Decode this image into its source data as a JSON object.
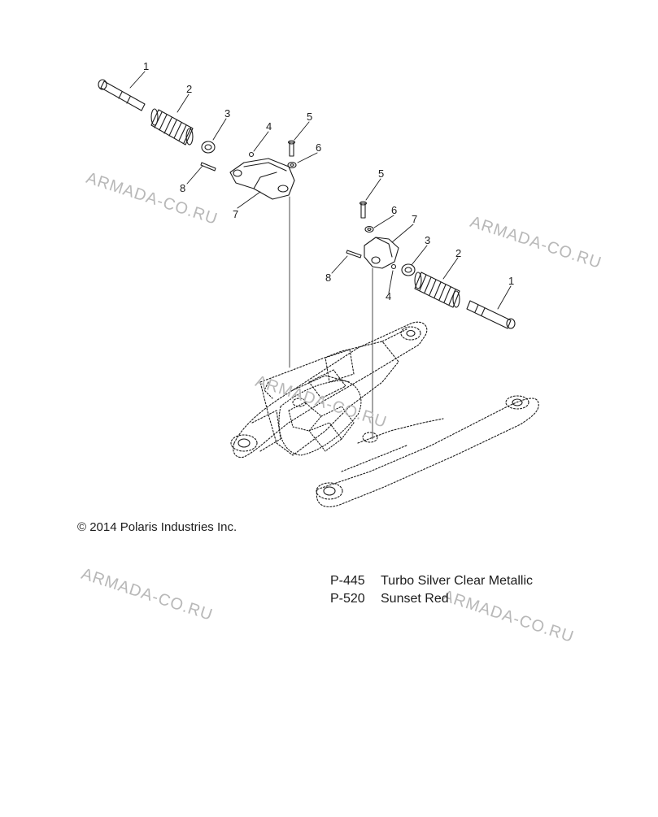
{
  "callouts": {
    "left": [
      {
        "num": "1"
      },
      {
        "num": "2"
      },
      {
        "num": "3"
      },
      {
        "num": "4"
      },
      {
        "num": "5"
      },
      {
        "num": "6"
      },
      {
        "num": "8"
      },
      {
        "num": "7"
      }
    ],
    "right": [
      {
        "num": "5"
      },
      {
        "num": "6"
      },
      {
        "num": "7"
      },
      {
        "num": "3"
      },
      {
        "num": "2"
      },
      {
        "num": "8"
      },
      {
        "num": "4"
      },
      {
        "num": "1"
      }
    ]
  },
  "copyright": "© 2014 Polaris Industries Inc.",
  "paint_codes": [
    {
      "code": "P-445",
      "name": "Turbo Silver Clear Metallic"
    },
    {
      "code": "P-520",
      "name": "Sunset Red"
    }
  ],
  "watermark": "ARMADA-CO.RU",
  "colors": {
    "line": "#1c1c1c",
    "watermark": "#b8b8b8",
    "background": "#ffffff"
  }
}
